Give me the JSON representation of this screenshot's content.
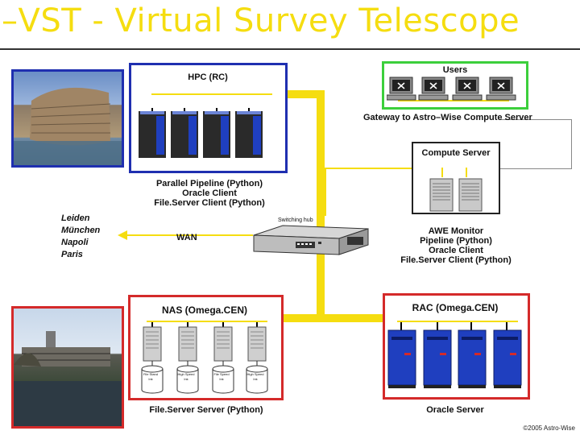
{
  "title": "–VST - Virtual Survey Telescope",
  "users_box": {
    "label": "Users",
    "gateway": "Gateway to Astro–Wise Compute Server"
  },
  "compute_box": {
    "label": "Compute Server",
    "details": [
      "AWE Monitor",
      "Pipeline (Python)",
      "Oracle Client",
      "File.Server Client (Python)"
    ]
  },
  "hpc_box": {
    "label": "HPC (RC)",
    "details": [
      "Parallel Pipeline (Python)",
      "Oracle Client",
      "File.Server Client (Python)"
    ]
  },
  "switch": {
    "label": "Switching hub"
  },
  "wan": {
    "label": "WAN",
    "cities": [
      "Leiden",
      "München",
      "Napoli",
      "Paris"
    ]
  },
  "nas_box": {
    "label": "NAS (Omega.CEN)",
    "caption": "File.Server Server (Python)",
    "disk_labels": [
      "File Stand Ink",
      "High Speed Ink",
      "File Speed Ink",
      "High Speed Ink"
    ]
  },
  "rac_box": {
    "label": "RAC (Omega.CEN)",
    "caption": "Oracle Server"
  },
  "footer": "©2005 Astro-Wise",
  "colors": {
    "title": "#f5dd10",
    "wire": "#f5dd10",
    "hpc_border": "#1f2fb0",
    "users_border": "#3ccf3c",
    "red_border": "#d42a2a",
    "server_blue": "#1f3fbf"
  }
}
